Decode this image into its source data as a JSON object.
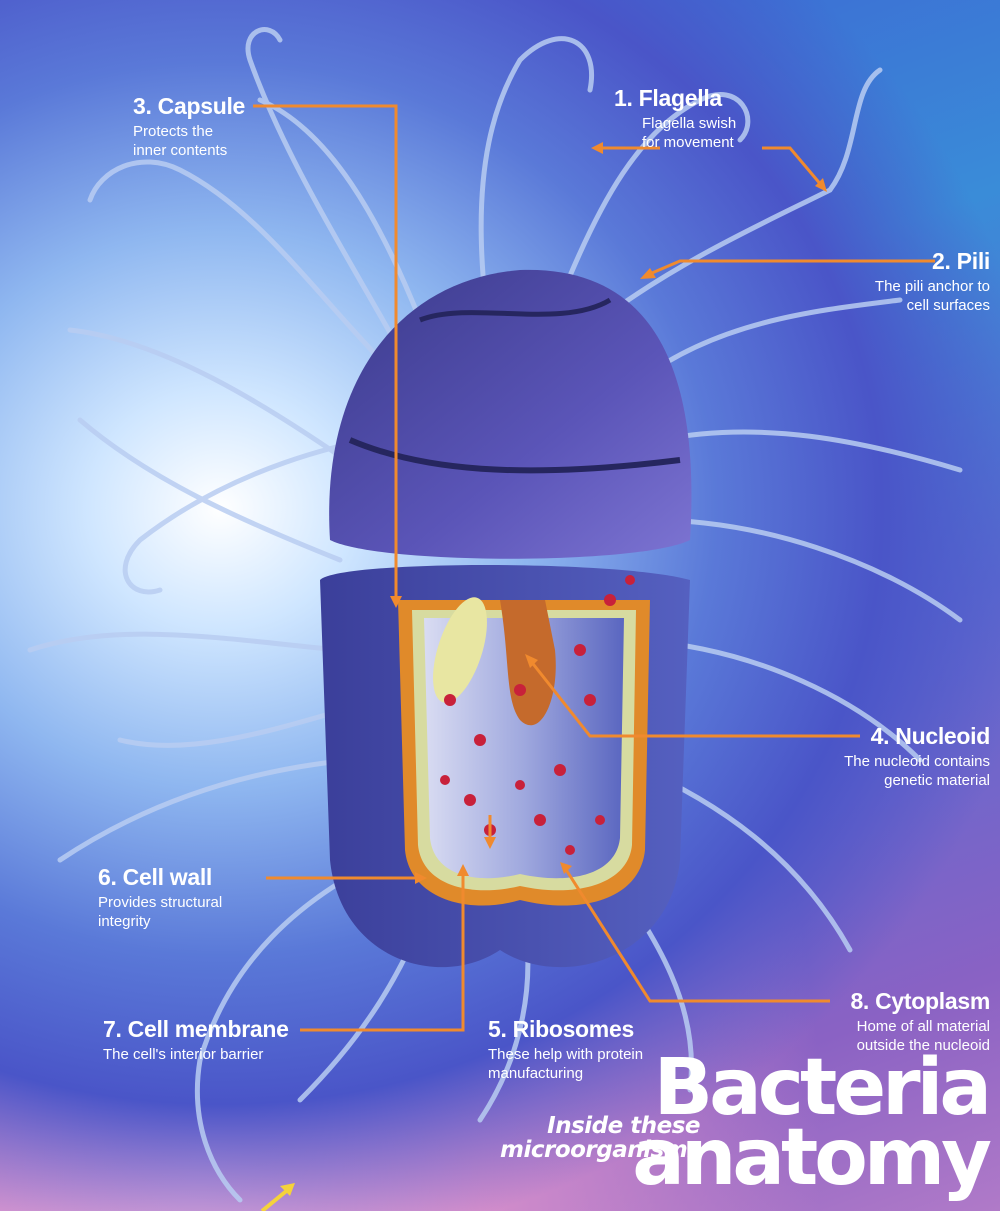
{
  "title": {
    "line1": "Bacteria",
    "line2": "anatomy",
    "subtitle_line1": "Inside these",
    "subtitle_line2": "microorganisms"
  },
  "labels": [
    {
      "id": "flagella",
      "title": "1. Flagella",
      "desc_1": "Flagella swish",
      "desc_2": "for movement"
    },
    {
      "id": "pili",
      "title": "2. Pili",
      "desc_1": "The pili anchor to",
      "desc_2": "cell surfaces"
    },
    {
      "id": "capsule",
      "title": "3. Capsule",
      "desc_1": "Protects the",
      "desc_2": "inner contents"
    },
    {
      "id": "nucleoid",
      "title": "4. Nucleoid",
      "desc_1": "The nucleoid contains",
      "desc_2": "genetic material"
    },
    {
      "id": "ribosomes",
      "title": "5. Ribosomes",
      "desc_1": "These help with protein",
      "desc_2": "manufacturing"
    },
    {
      "id": "cell-wall",
      "title": "6. Cell wall",
      "desc_1": "Provides structural",
      "desc_2": "integrity"
    },
    {
      "id": "cell-membrane",
      "title": "7. Cell membrane",
      "desc_1": "The cell's interior barrier",
      "desc_2": ""
    },
    {
      "id": "cytoplasm",
      "title": "8. Cytoplasm",
      "desc_1": "Home of all material",
      "desc_2": "outside the nucleoid"
    }
  ],
  "colors": {
    "leader": "#f08a2e",
    "capsule": "#5b55b8",
    "cell_wall": "#e08a2a",
    "membrane": "#d7dba0",
    "cytoplasm": "#5a66c0",
    "ribosome": "#c8213a",
    "nucleoid": "#c56a2c"
  }
}
